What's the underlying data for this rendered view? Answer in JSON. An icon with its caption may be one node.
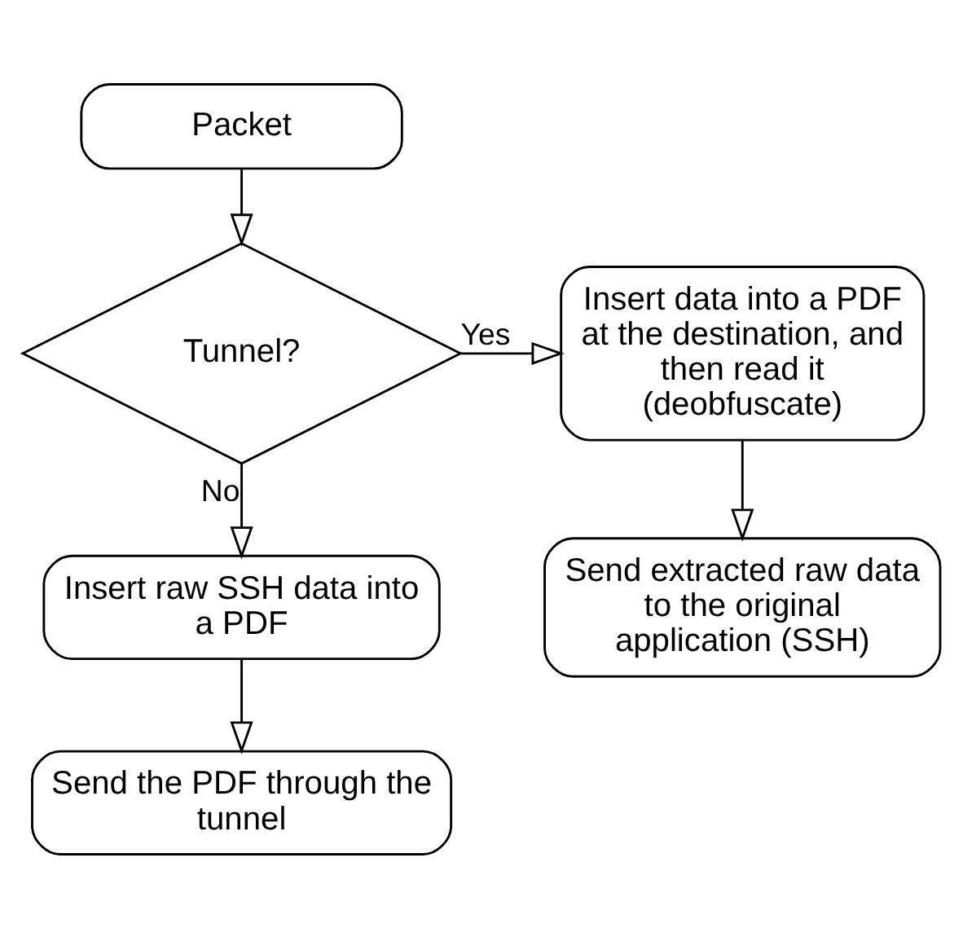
{
  "diagram": {
    "nodes": [
      {
        "text": [
          "Packet"
        ]
      },
      {
        "text": [
          "Tunnel?"
        ]
      },
      {
        "text": [
          "Insert data into a PDF at the destination, and then read it (deobfuscate)"
        ]
      },
      {
        "text": [
          "Insert raw SSH data into a PDF"
        ]
      },
      {
        "text": [
          "Send extracted raw data to the original application (SSH)"
        ]
      },
      {
        "text": [
          "Send the PDF through the tunnel"
        ]
      }
    ],
    "edges": [
      {
        "from": 0,
        "to": 1,
        "arrow": "to"
      },
      {
        "from": 1,
        "to": 2,
        "arrow": "to",
        "label": "Yes"
      },
      {
        "from": 1,
        "to": 3,
        "arrow": "to",
        "label": "No"
      },
      {
        "from": 2,
        "to": 4,
        "arrow": "to"
      },
      {
        "from": 3,
        "to": 5,
        "arrow": "to"
      }
    ]
  }
}
